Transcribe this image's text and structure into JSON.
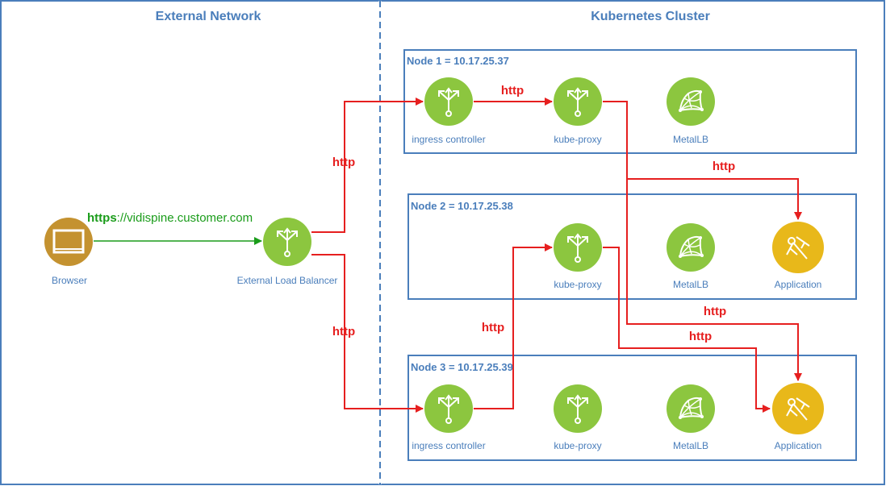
{
  "sections": {
    "external": "External Network",
    "cluster": "Kubernetes Cluster"
  },
  "nodes": [
    {
      "title": "Node 1 = 10.17.25.37"
    },
    {
      "title": "Node 2 = 10.17.25.38"
    },
    {
      "title": "Node 3 = 10.17.25.39"
    }
  ],
  "external": {
    "browser": {
      "label": "Browser",
      "icon": "monitor-icon"
    },
    "load_balancer": {
      "label": "External Load Balancer",
      "icon": "load-balancer-icon"
    },
    "url_scheme": "https",
    "url_rest": "://vidispine.customer.com"
  },
  "components": {
    "ingress": "ingress controller",
    "kube_proxy": "kube-proxy",
    "metallb": "MetalLB",
    "application": "Application"
  },
  "edges": {
    "http": "http"
  },
  "colors": {
    "border": "#4a7ebb",
    "green_node": "#8cc63f",
    "app_node": "#e8b81a",
    "browser_node": "#c49230",
    "http_edge": "#e61f1f",
    "https_edge": "#1a9c1a"
  }
}
